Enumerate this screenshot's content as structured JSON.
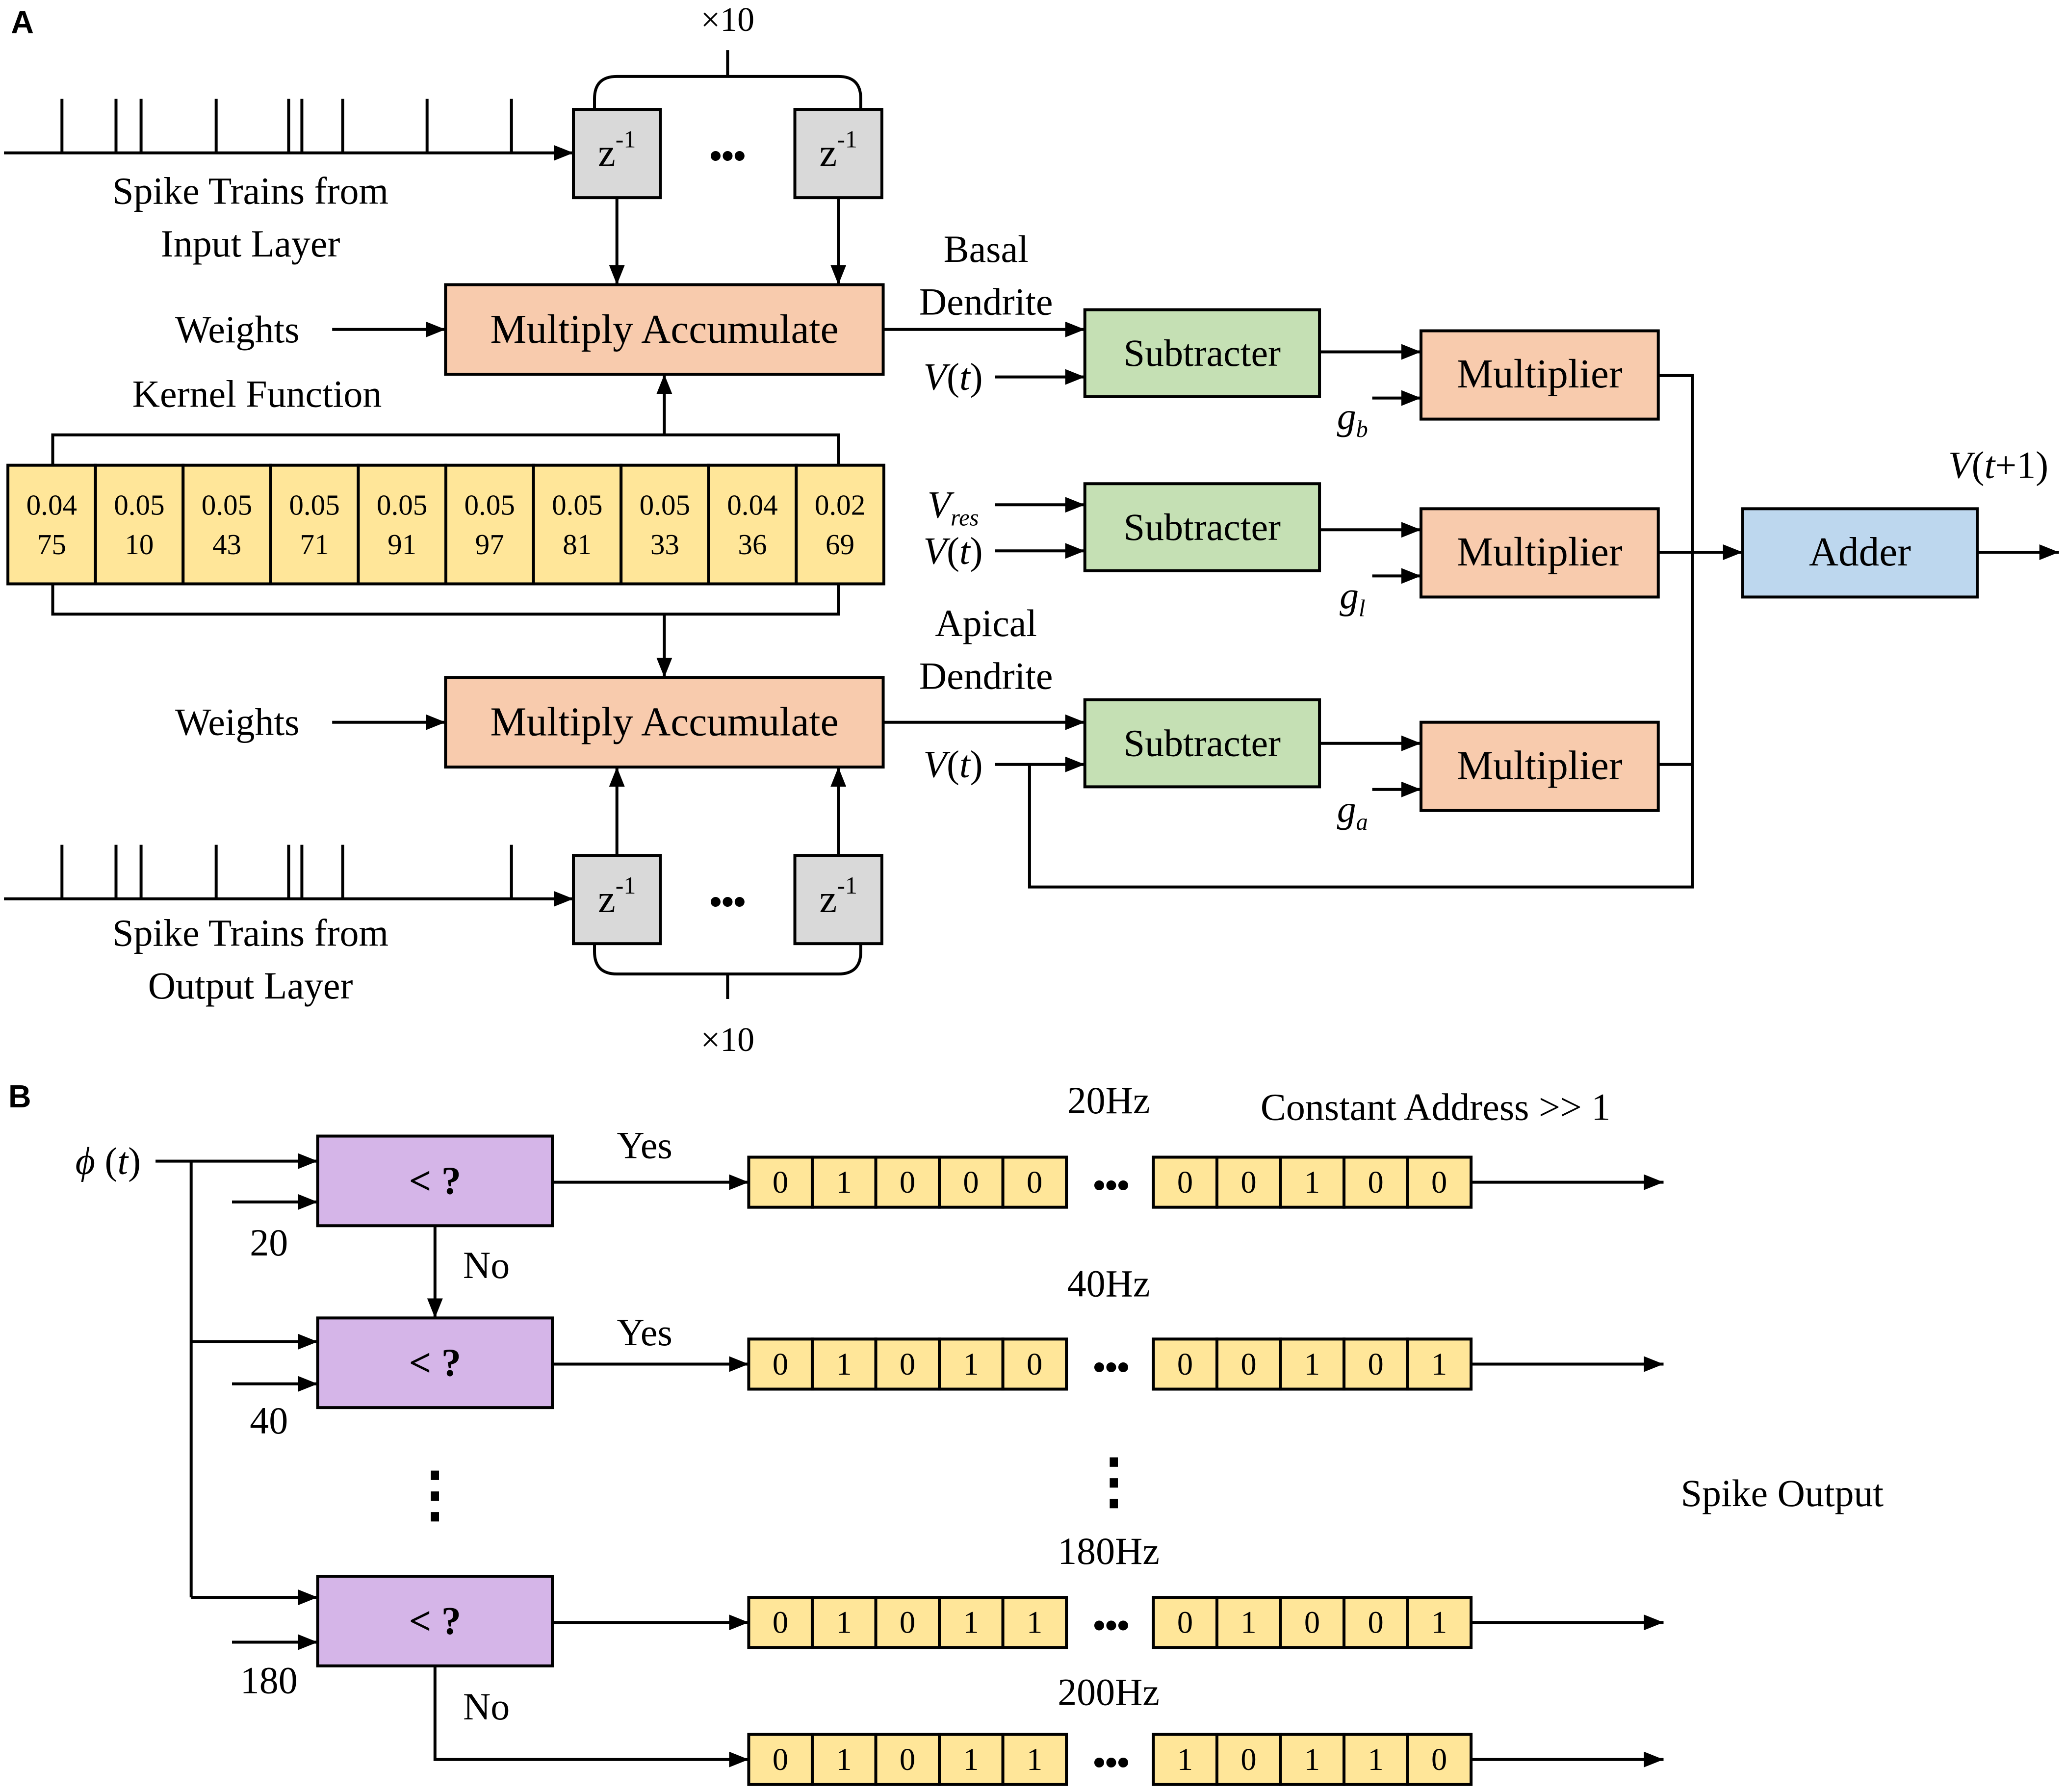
{
  "panel_a": {
    "label": "A",
    "times_ten_top": "×10",
    "times_ten_bottom": "×10",
    "delay": {
      "main": "z",
      "sup": "-1"
    },
    "ellipsis": "•••",
    "input_caption": [
      "Spike Trains from",
      "Input Layer"
    ],
    "output_caption": [
      "Spike Trains from",
      "Output Layer"
    ],
    "weights": "Weights",
    "kernel_title": "Kernel Function",
    "kernel_values": [
      [
        "0.04",
        "75"
      ],
      [
        "0.05",
        "10"
      ],
      [
        "0.05",
        "43"
      ],
      [
        "0.05",
        "71"
      ],
      [
        "0.05",
        "91"
      ],
      [
        "0.05",
        "97"
      ],
      [
        "0.05",
        "81"
      ],
      [
        "0.05",
        "33"
      ],
      [
        "0.04",
        "36"
      ],
      [
        "0.02",
        "69"
      ]
    ],
    "mac": "Multiply Accumulate",
    "basal_label": [
      "Basal",
      "Dendrite"
    ],
    "apical_label": [
      "Apical",
      "Dendrite"
    ],
    "subtracter": "Subtracter",
    "multiplier": "Multiplier",
    "adder": "Adder",
    "vt": {
      "v": "V",
      "open": "(",
      "t": "t",
      "close": ")"
    },
    "vres": {
      "v": "V",
      "sub": "res"
    },
    "g_b": {
      "g": "g",
      "sub": "b"
    },
    "g_l": {
      "g": "g",
      "sub": "l"
    },
    "g_a": {
      "g": "g",
      "sub": "a"
    },
    "vt1": {
      "v": "V",
      "open": "(",
      "t": "t",
      "rest": "+1)"
    }
  },
  "panel_b": {
    "label": "B",
    "phi": {
      "phi": "ϕ",
      "rest": " (t)"
    },
    "comparator": "< ?",
    "thresholds": [
      "20",
      "40",
      "180"
    ],
    "yes": "Yes",
    "no": "No",
    "constant_address": "Constant Address >> 1",
    "spike_output": "Spike Output",
    "ellipsis": "•••",
    "rows": [
      {
        "freq": "20Hz",
        "left": [
          "0",
          "1",
          "0",
          "0",
          "0"
        ],
        "right": [
          "0",
          "0",
          "1",
          "0",
          "0"
        ]
      },
      {
        "freq": "40Hz",
        "left": [
          "0",
          "1",
          "0",
          "1",
          "0"
        ],
        "right": [
          "0",
          "0",
          "1",
          "0",
          "1"
        ]
      },
      {
        "freq": "180Hz",
        "left": [
          "0",
          "1",
          "0",
          "1",
          "1"
        ],
        "right": [
          "0",
          "1",
          "0",
          "0",
          "1"
        ]
      },
      {
        "freq": "200Hz",
        "left": [
          "0",
          "1",
          "0",
          "1",
          "1"
        ],
        "right": [
          "1",
          "0",
          "1",
          "1",
          "0"
        ]
      }
    ]
  },
  "colors": {
    "mac": "#f8cbad",
    "subtracter": "#c5e0b4",
    "multiplier": "#f8cbad",
    "adder": "#bdd7ee",
    "delay": "#d9d9d9",
    "kernel": "#ffe699",
    "comparator": "#d5b5e8",
    "register": "#ffe699"
  }
}
